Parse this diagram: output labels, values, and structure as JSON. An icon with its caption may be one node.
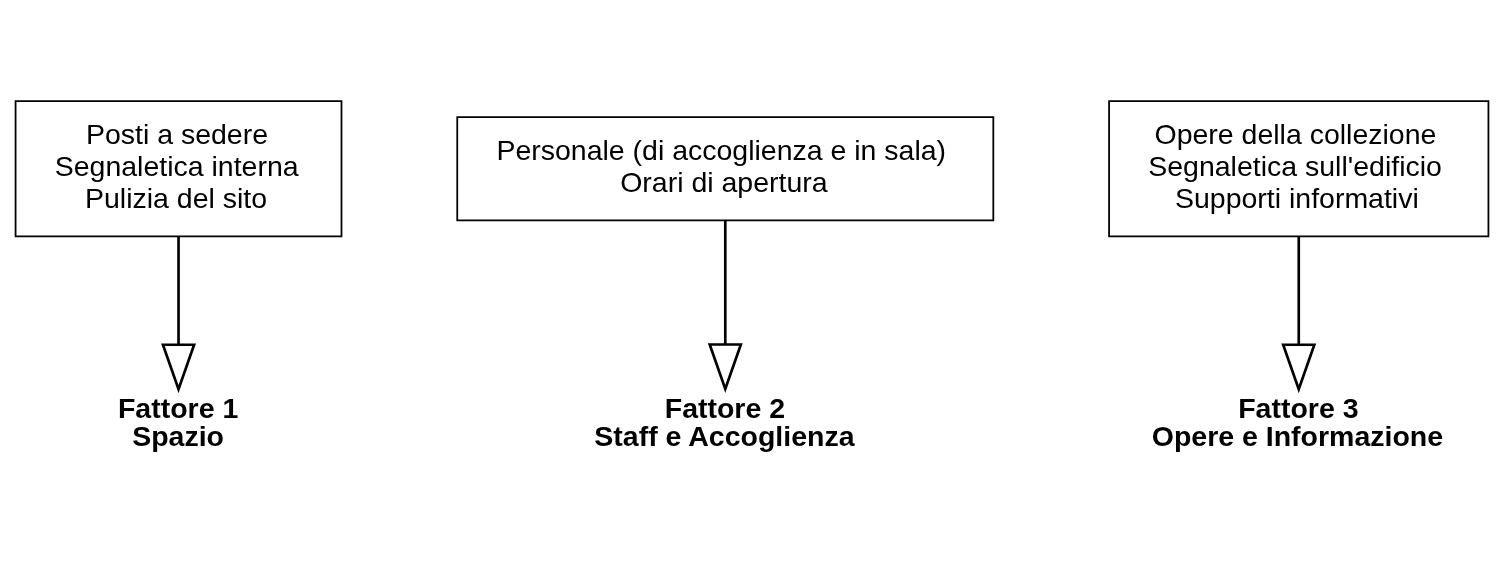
{
  "diagram": {
    "nodes": [
      {
        "text": [
          "Posti a sedere",
          "Segnaletica interna",
          "Pulizia del sito"
        ]
      },
      {
        "text": [
          "Personale (di accoglienza e in sala)",
          "Orari di apertura"
        ]
      },
      {
        "text": [
          "Opere della collezione",
          "Segnaletica sull'edificio",
          "Supporti informativi"
        ]
      },
      {
        "text": [
          "Fattore 1",
          "Spazio"
        ]
      },
      {
        "text": [
          "Fattore 2",
          "Staff e Accoglienza"
        ]
      },
      {
        "text": [
          "Fattore 3",
          "Opere e Informazione"
        ]
      }
    ],
    "edges": [
      {
        "from": 0,
        "to": 3,
        "arrow": "to"
      },
      {
        "from": 1,
        "to": 4,
        "arrow": "to"
      },
      {
        "from": 2,
        "to": 5,
        "arrow": "to"
      }
    ]
  }
}
